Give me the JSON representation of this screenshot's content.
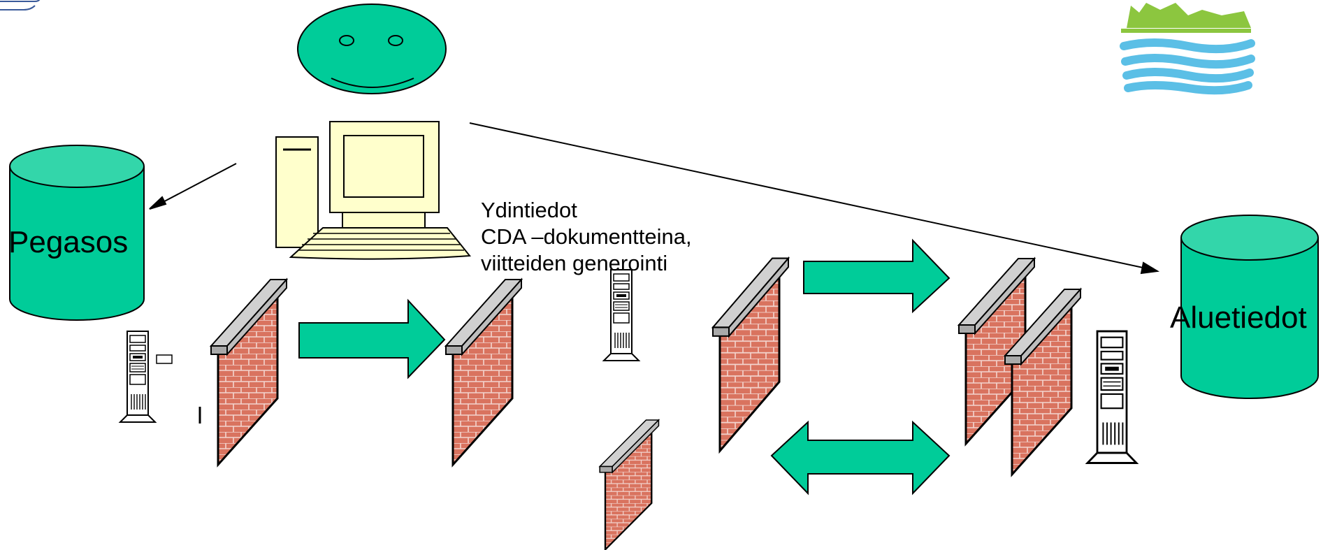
{
  "diagram": {
    "databases": {
      "pegasos": {
        "label": "Pegasos"
      },
      "regional": {
        "label": "Aluetiedot"
      }
    },
    "note": {
      "lines": [
        "Ydintiedot",
        "CDA –dokumentteina,",
        "viitteiden generointi"
      ]
    },
    "icons": {
      "user": "smiley-face-icon",
      "workstation": "desktop-computer-icon",
      "server": "tower-server-icon",
      "firewall": "brick-firewall-icon",
      "logo": "municipal-logo-icon"
    },
    "colors": {
      "accent_green": "#00cc99",
      "database_green": "#00cc99",
      "brick": "#d9735f",
      "brick_mortar": "#f3d5cf",
      "wall_cap": "#c8c8c8",
      "computer_beige": "#ffffcc",
      "logo_green": "#8cc63f",
      "logo_blue": "#5bbfe6"
    }
  }
}
